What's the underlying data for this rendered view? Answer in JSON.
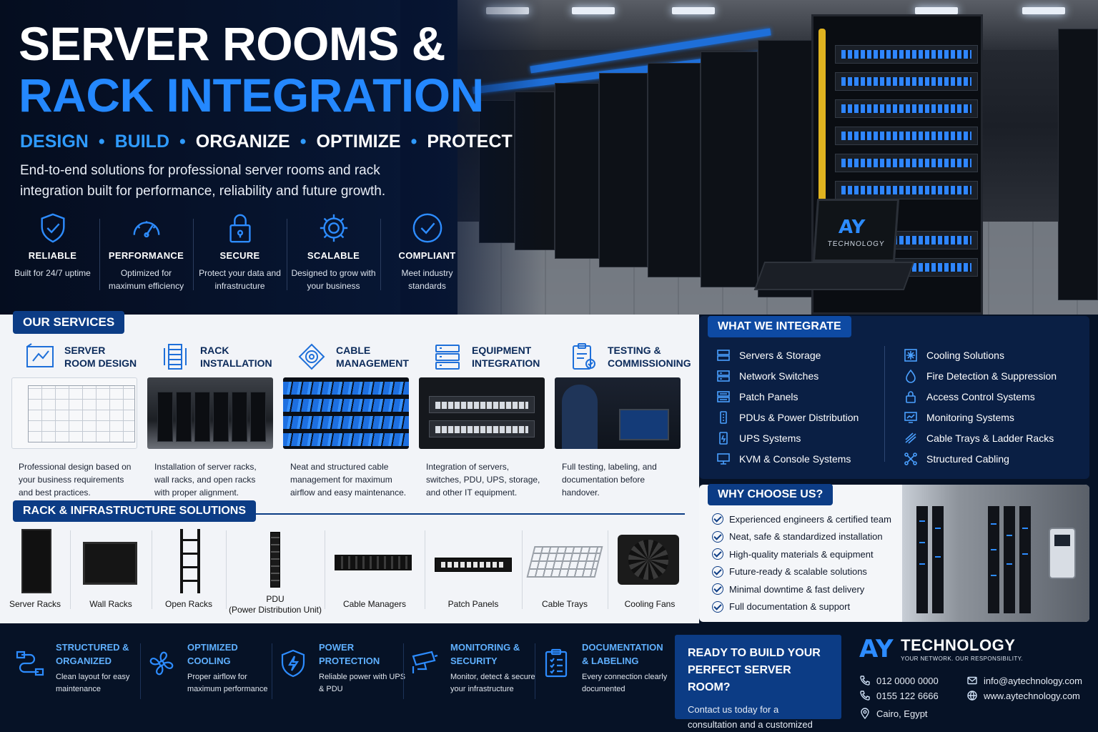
{
  "hero": {
    "title_line1": "SERVER ROOMS &",
    "title_line2": "RACK INTEGRATION",
    "tagline": [
      "DESIGN",
      "BUILD",
      "ORGANIZE",
      "OPTIMIZE",
      "PROTECT"
    ],
    "intro": "End-to-end solutions for professional server rooms and rack integration built for performance, reliability and future growth.",
    "laptop_logo": "AY",
    "laptop_text": "TECHNOLOGY",
    "features": [
      {
        "icon": "shield-check-icon",
        "title": "RELIABLE",
        "desc": "Built for 24/7 uptime"
      },
      {
        "icon": "speedometer-icon",
        "title": "PERFORMANCE",
        "desc": "Optimized for maximum efficiency"
      },
      {
        "icon": "padlock-icon",
        "title": "SECURE",
        "desc": "Protect your data and infrastructure"
      },
      {
        "icon": "gear-icon",
        "title": "SCALABLE",
        "desc": "Designed to grow with your business"
      },
      {
        "icon": "check-circle-icon",
        "title": "COMPLIANT",
        "desc": "Meet industry standards"
      }
    ]
  },
  "services": {
    "heading": "OUR SERVICES",
    "items": [
      {
        "icon": "blueprint-icon",
        "title": "SERVER ROOM DESIGN",
        "desc": "Professional design based on your business requirements and best practices."
      },
      {
        "icon": "rack-icon",
        "title": "RACK INSTALLATION",
        "desc": "Installation of server racks, wall racks, and open racks with proper alignment."
      },
      {
        "icon": "cable-icon",
        "title": "CABLE MANAGEMENT",
        "desc": "Neat and structured cable management for maximum airflow and easy maintenance."
      },
      {
        "icon": "server-stack-icon",
        "title": "EQUIPMENT INTEGRATION",
        "desc": "Integration of servers, switches, PDU, UPS, storage, and other IT equipment."
      },
      {
        "icon": "clipboard-check-icon",
        "title": "TESTING & COMMISSIONING",
        "desc": "Full testing, labeling, and documentation before handover."
      }
    ]
  },
  "rack_solutions": {
    "heading": "RACK & INFRASTRUCTURE SOLUTIONS",
    "items": [
      {
        "label": "Server Racks",
        "sub": ""
      },
      {
        "label": "Wall Racks",
        "sub": ""
      },
      {
        "label": "Open Racks",
        "sub": ""
      },
      {
        "label": "PDU",
        "sub": "(Power Distribution Unit)"
      },
      {
        "label": "Cable Managers",
        "sub": ""
      },
      {
        "label": "Patch Panels",
        "sub": ""
      },
      {
        "label": "Cable Trays",
        "sub": ""
      },
      {
        "label": "Cooling Fans",
        "sub": ""
      }
    ]
  },
  "integrate": {
    "heading": "WHAT WE INTEGRATE",
    "left": [
      "Servers & Storage",
      "Network Switches",
      "Patch Panels",
      "PDUs & Power Distribution",
      "UPS Systems",
      "KVM & Console Systems"
    ],
    "right": [
      "Cooling Solutions",
      "Fire Detection & Suppression",
      "Access Control Systems",
      "Monitoring Systems",
      "Cable Trays & Ladder Racks",
      "Structured Cabling"
    ]
  },
  "why": {
    "heading": "WHY CHOOSE US?",
    "items": [
      "Experienced engineers & certified team",
      "Neat, safe & standardized installation",
      "High-quality materials & equipment",
      "Future-ready & scalable solutions",
      "Minimal downtime & fast delivery",
      "Full documentation & support"
    ]
  },
  "footer": {
    "features": [
      {
        "title": "STRUCTURED & ORGANIZED",
        "desc": "Clean layout for easy maintenance"
      },
      {
        "title": "OPTIMIZED COOLING",
        "desc": "Proper airflow for maximum performance"
      },
      {
        "title": "POWER PROTECTION",
        "desc": "Reliable power with UPS & PDU"
      },
      {
        "title": "MONITORING & SECURITY",
        "desc": "Monitor, detect & secure your infrastructure"
      },
      {
        "title": "DOCUMENTATION & LABELING",
        "desc": "Every connection clearly documented"
      }
    ],
    "cta_title": "READY TO BUILD YOUR PERFECT SERVER ROOM?",
    "cta_desc": "Contact us today for a consultation and a customized solution.",
    "brand_logo": "AY",
    "brand_name": "TECHNOLOGY",
    "brand_slogan": "YOUR NETWORK. OUR RESPONSIBILITY.",
    "phone1": "012 0000 0000",
    "phone2": "0155 122 6666",
    "email": "info@aytechnology.com",
    "website": "www.aytechnology.com",
    "location": "Cairo, Egypt"
  },
  "colors": {
    "accent": "#2488ff",
    "navy": "#0c3c85",
    "dark": "#061226"
  }
}
